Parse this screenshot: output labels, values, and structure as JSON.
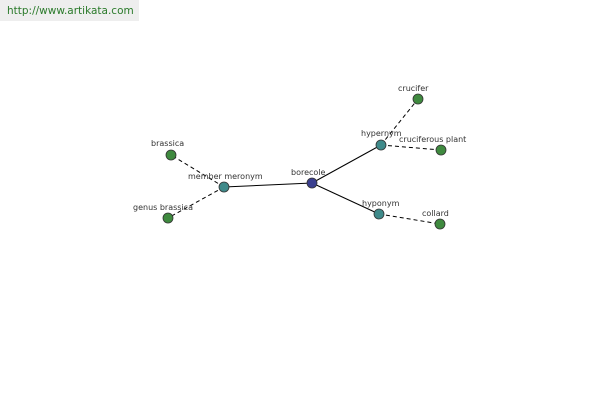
{
  "header": {
    "url": "http://www.artikata.com"
  },
  "colors": {
    "center_node": "#3a3f8f",
    "relation_node": "#3f8a8a",
    "leaf_node": "#3f8a3f",
    "url_text": "#2a7a2a",
    "url_bg": "#eeeeee"
  },
  "graph": {
    "nodes": [
      {
        "id": "borecole",
        "label": "borecole",
        "kind": "center"
      },
      {
        "id": "member-meronym",
        "label": "member meronym",
        "kind": "relation"
      },
      {
        "id": "hypernym",
        "label": "hypernym",
        "kind": "relation"
      },
      {
        "id": "hyponym",
        "label": "hyponym",
        "kind": "relation"
      },
      {
        "id": "brassica",
        "label": "brassica",
        "kind": "leaf"
      },
      {
        "id": "genus-brassica",
        "label": "genus brassica",
        "kind": "leaf"
      },
      {
        "id": "crucifer",
        "label": "crucifer",
        "kind": "leaf"
      },
      {
        "id": "cruciferous-plant",
        "label": "cruciferous plant",
        "kind": "leaf"
      },
      {
        "id": "collard",
        "label": "collard",
        "kind": "leaf"
      }
    ],
    "edges": [
      {
        "from": "borecole",
        "to": "member-meronym",
        "style": "solid"
      },
      {
        "from": "borecole",
        "to": "hypernym",
        "style": "solid"
      },
      {
        "from": "borecole",
        "to": "hyponym",
        "style": "solid"
      },
      {
        "from": "member-meronym",
        "to": "brassica",
        "style": "dashed"
      },
      {
        "from": "member-meronym",
        "to": "genus-brassica",
        "style": "dashed"
      },
      {
        "from": "hypernym",
        "to": "crucifer",
        "style": "dashed"
      },
      {
        "from": "hypernym",
        "to": "cruciferous-plant",
        "style": "dashed"
      },
      {
        "from": "hyponym",
        "to": "collard",
        "style": "dashed"
      }
    ]
  }
}
